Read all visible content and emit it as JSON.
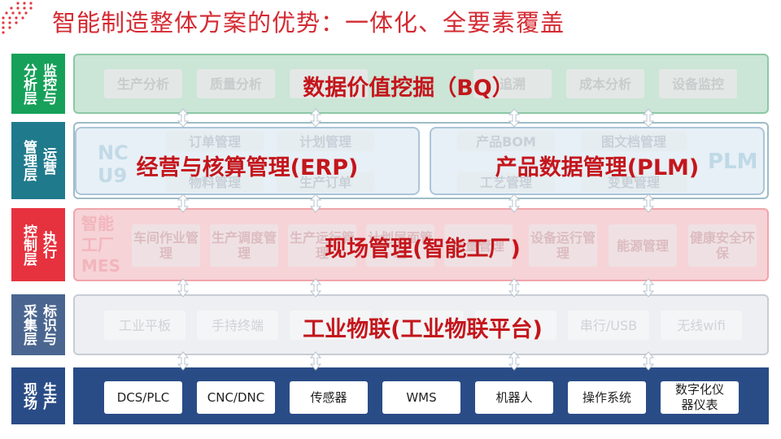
{
  "title": "智能制造整体方案的优势：一体化、全要素覆盖",
  "colors": {
    "title": "#d42a32",
    "analysis": "#17a05a",
    "management": "#1f7a8c",
    "control": "#e6323e",
    "collection": "#4a6690",
    "field": "#2a4c86",
    "overlay_text": "#c4161c"
  },
  "layers": [
    {
      "id": "analysis",
      "label_col1": "分析层",
      "label_col2": "监控与",
      "chips": [
        "生产分析",
        "质量分析",
        "",
        "追溯",
        "成本分析",
        "设备监控"
      ],
      "overlay": "数据价值挖掘（BQ）"
    },
    {
      "id": "management",
      "label_col1": "管理层",
      "label_col2": "运营",
      "erp": {
        "bg_text": "NC U9",
        "chips": [
          "订单管理",
          "计划管理",
          "物料管理",
          "生产订单"
        ],
        "overlay": "经营与核算管理(ERP)"
      },
      "plm": {
        "bg_text": "PLM",
        "chips": [
          "产品BOM",
          "图文档管理",
          "工艺管理",
          "变更管理"
        ],
        "overlay": "产品数据管理(PLM)"
      }
    },
    {
      "id": "control",
      "label_col1": "控制层",
      "label_col2": "执行",
      "bg_text": "智能工厂 MES",
      "chips": [
        "车间作业管理",
        "生产调度管理",
        "生产运行管理",
        "计划层面管理",
        "质量管理",
        "设备运行管理",
        "能源管理",
        "健康安全环保"
      ],
      "overlay": "现场管理(智能工厂)"
    },
    {
      "id": "collection",
      "label_col1": "采集层",
      "label_col2": "标识与",
      "chips": [
        "工业平板",
        "手持终端",
        "",
        "",
        "",
        "串行/USB",
        "无线wifi"
      ],
      "overlay": "工业物联(工业物联平台)"
    },
    {
      "id": "field",
      "label_col1": "现场",
      "label_col2": "生产",
      "devices": [
        "DCS/PLC",
        "CNC/DNC",
        "传感器",
        "WMS",
        "机器人",
        "操作系统",
        "数字化仪器仪表"
      ]
    }
  ]
}
